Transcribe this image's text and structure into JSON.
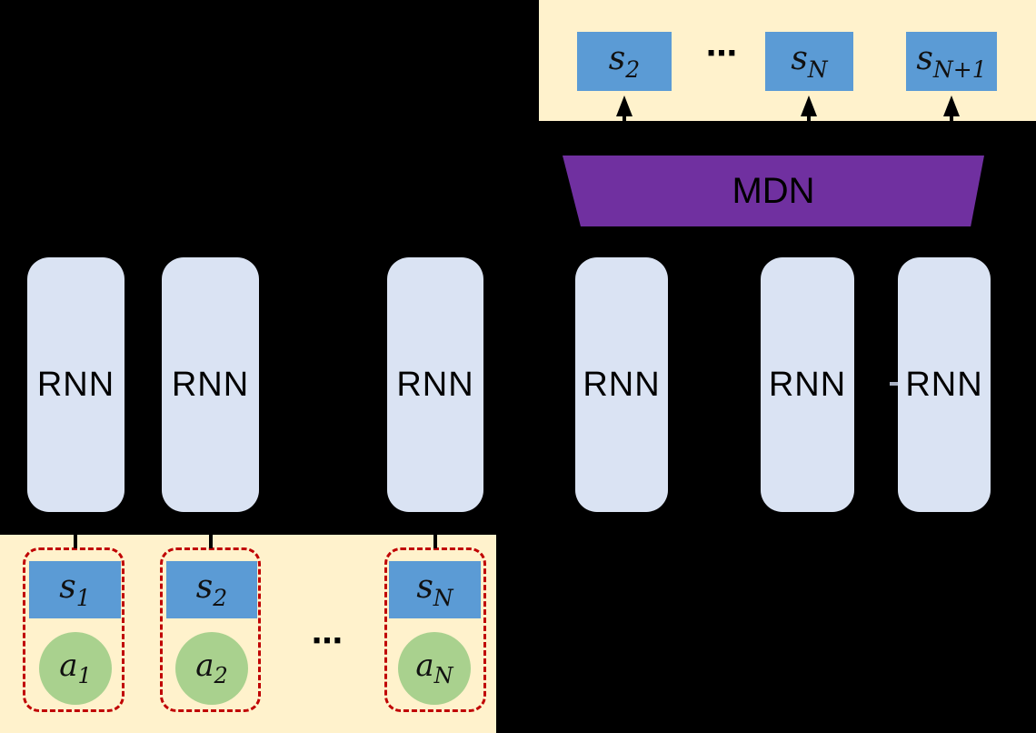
{
  "title": "RNN-MDN sequence model diagram",
  "colors": {
    "background": "#000000",
    "panel_cream": "#FFF2CC",
    "state_blue": "#5B9BD5",
    "rnn_lavender": "#DAE3F3",
    "mdn_purple": "#7030A0",
    "action_green": "#A9D18E",
    "dashed_red": "#C00000"
  },
  "output_panel": {
    "boxes": [
      {
        "base": "s",
        "sub": "2"
      },
      {
        "base": "s",
        "sub": "N"
      },
      {
        "base": "s",
        "sub": "N+1"
      }
    ],
    "ellipsis": "⋯"
  },
  "mdn": {
    "label": "MDN"
  },
  "rnn_row": {
    "labels": [
      "RNN",
      "RNN",
      "RNN",
      "RNN",
      "RNN",
      "RNN"
    ]
  },
  "input_panel": {
    "units": [
      {
        "state_base": "s",
        "state_sub": "1",
        "action_base": "a",
        "action_sub": "1"
      },
      {
        "state_base": "s",
        "state_sub": "2",
        "action_base": "a",
        "action_sub": "2"
      },
      {
        "state_base": "s",
        "state_sub": "N",
        "action_base": "a",
        "action_sub": "N"
      }
    ],
    "ellipsis": "⋯"
  }
}
